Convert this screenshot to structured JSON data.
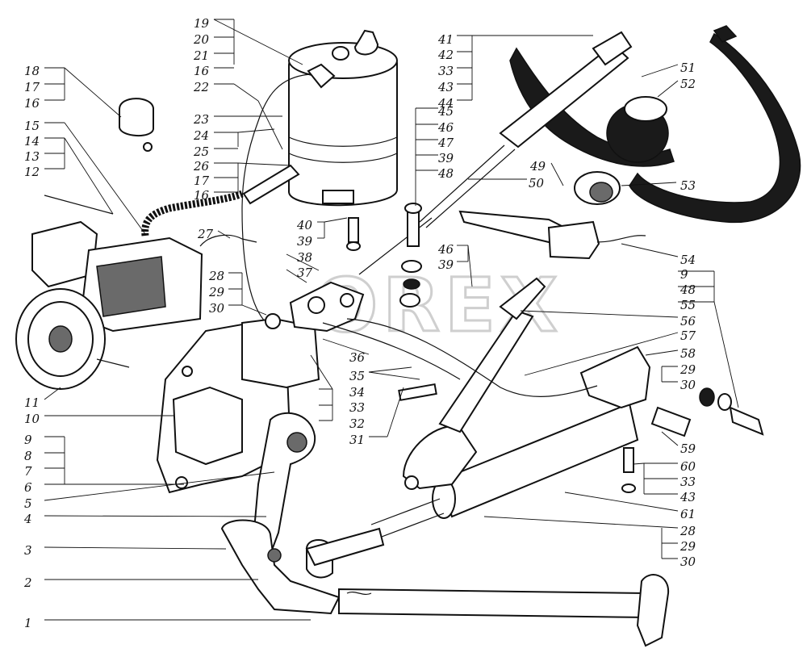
{
  "watermark": "OREX",
  "callouts": [
    {
      "id": "c19",
      "text": "19"
    },
    {
      "id": "c20",
      "text": "20"
    },
    {
      "id": "c21",
      "text": "21"
    },
    {
      "id": "c16a",
      "text": "16"
    },
    {
      "id": "c22",
      "text": "22"
    },
    {
      "id": "c23",
      "text": "23"
    },
    {
      "id": "c24",
      "text": "24"
    },
    {
      "id": "c25",
      "text": "25"
    },
    {
      "id": "c26",
      "text": "26"
    },
    {
      "id": "c17a",
      "text": "17"
    },
    {
      "id": "c16b",
      "text": "16"
    },
    {
      "id": "c18",
      "text": "18"
    },
    {
      "id": "c17b",
      "text": "17"
    },
    {
      "id": "c16c",
      "text": "16"
    },
    {
      "id": "c15",
      "text": "15"
    },
    {
      "id": "c14",
      "text": "14"
    },
    {
      "id": "c13",
      "text": "13"
    },
    {
      "id": "c12",
      "text": "12"
    },
    {
      "id": "c41",
      "text": "41"
    },
    {
      "id": "c42",
      "text": "42"
    },
    {
      "id": "c33a",
      "text": "33"
    },
    {
      "id": "c43a",
      "text": "43"
    },
    {
      "id": "c44",
      "text": "44"
    },
    {
      "id": "c45",
      "text": "45"
    },
    {
      "id": "c46a",
      "text": "46"
    },
    {
      "id": "c47",
      "text": "47"
    },
    {
      "id": "c39a",
      "text": "39"
    },
    {
      "id": "c48a",
      "text": "48"
    },
    {
      "id": "c51",
      "text": "51"
    },
    {
      "id": "c52",
      "text": "52"
    },
    {
      "id": "c53",
      "text": "53"
    },
    {
      "id": "c49",
      "text": "49"
    },
    {
      "id": "c50",
      "text": "50"
    },
    {
      "id": "c40",
      "text": "40"
    },
    {
      "id": "c39b",
      "text": "39"
    },
    {
      "id": "c27",
      "text": "27"
    },
    {
      "id": "c38",
      "text": "38"
    },
    {
      "id": "c37",
      "text": "37"
    },
    {
      "id": "c28a",
      "text": "28"
    },
    {
      "id": "c29a",
      "text": "29"
    },
    {
      "id": "c30a",
      "text": "30"
    },
    {
      "id": "c46b",
      "text": "46"
    },
    {
      "id": "c39c",
      "text": "39"
    },
    {
      "id": "c54",
      "text": "54"
    },
    {
      "id": "c9a",
      "text": "9"
    },
    {
      "id": "c48b",
      "text": "48"
    },
    {
      "id": "c55",
      "text": "55"
    },
    {
      "id": "c56",
      "text": "56"
    },
    {
      "id": "c57",
      "text": "57"
    },
    {
      "id": "c36",
      "text": "36"
    },
    {
      "id": "c35",
      "text": "35"
    },
    {
      "id": "c34",
      "text": "34"
    },
    {
      "id": "c33b",
      "text": "33"
    },
    {
      "id": "c32",
      "text": "32"
    },
    {
      "id": "c31",
      "text": "31"
    },
    {
      "id": "c58",
      "text": "58"
    },
    {
      "id": "c29b",
      "text": "29"
    },
    {
      "id": "c30b",
      "text": "30"
    },
    {
      "id": "c11",
      "text": "11"
    },
    {
      "id": "c10",
      "text": "10"
    },
    {
      "id": "c9b",
      "text": "9"
    },
    {
      "id": "c8",
      "text": "8"
    },
    {
      "id": "c7",
      "text": "7"
    },
    {
      "id": "c6",
      "text": "6"
    },
    {
      "id": "c5",
      "text": "5"
    },
    {
      "id": "c4",
      "text": "4"
    },
    {
      "id": "c3",
      "text": "3"
    },
    {
      "id": "c2",
      "text": "2"
    },
    {
      "id": "c1",
      "text": "1"
    },
    {
      "id": "c59",
      "text": "59"
    },
    {
      "id": "c60",
      "text": "60"
    },
    {
      "id": "c33c",
      "text": "33"
    },
    {
      "id": "c43b",
      "text": "43"
    },
    {
      "id": "c61",
      "text": "61"
    },
    {
      "id": "c28b",
      "text": "28"
    },
    {
      "id": "c29c",
      "text": "29"
    },
    {
      "id": "c30c",
      "text": "30"
    }
  ]
}
